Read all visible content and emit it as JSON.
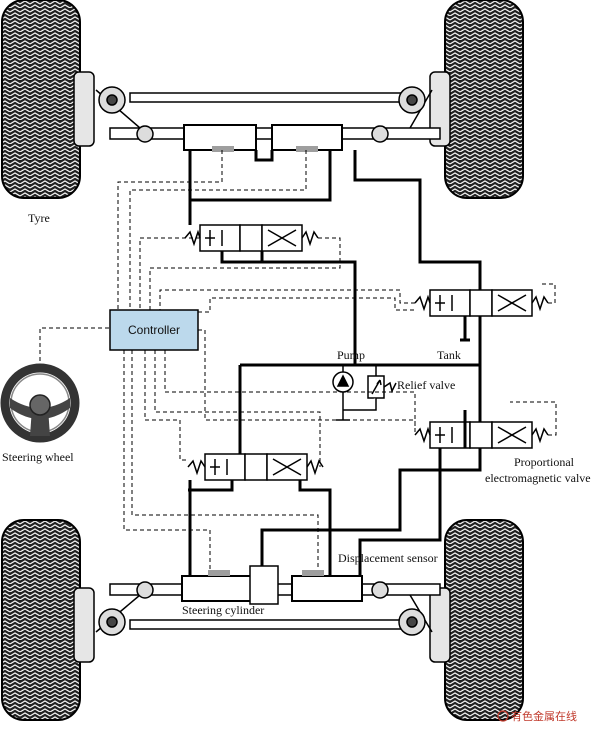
{
  "labels": {
    "tyre": "Tyre",
    "controller": "Controller",
    "steering_wheel": "Steering wheel",
    "pump": "Pump",
    "tank": "Tank",
    "relief_valve": "Relief valve",
    "proportional_valve_line1": "Proportional",
    "proportional_valve_line2": "electromagnetic valve",
    "displacement_sensor": "Displacement sensor",
    "steering_cylinder": "Steering cylinder"
  },
  "watermark": "有色金属在线",
  "colors": {
    "controller_fill": "#bcd9ec",
    "line": "#000000",
    "sensor": "#9e9e9e",
    "watermark": "#c0392b"
  }
}
